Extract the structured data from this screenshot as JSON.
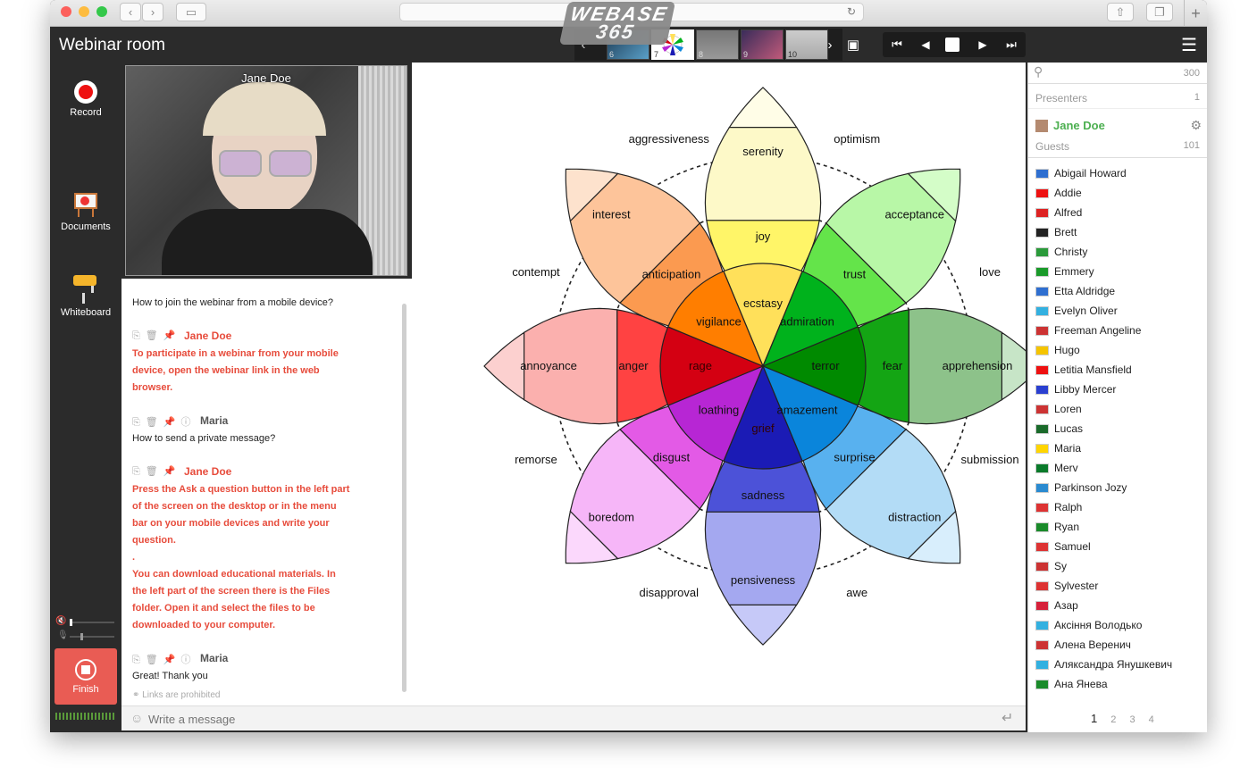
{
  "header": {
    "title": "Webinar room",
    "logo_top": "WEBASE",
    "logo_bottom": "365"
  },
  "thumbnails": [
    {
      "n": "6"
    },
    {
      "n": "7"
    },
    {
      "n": "8"
    },
    {
      "n": "9"
    },
    {
      "n": "10"
    }
  ],
  "rail": {
    "record": "Record",
    "documents": "Documents",
    "whiteboard": "Whiteboard",
    "finish": "Finish"
  },
  "video": {
    "presenter": "Jane Doe"
  },
  "chat": {
    "q1": "How to join the webinar from a mobile device?",
    "a1_author": "Jane Doe",
    "a1": [
      "To participate in a webinar from your mobile",
      "device, open the webinar link in the web",
      "browser."
    ],
    "q2_author": "Maria",
    "q2": "How to send a private message?",
    "a2_author": "Jane Doe",
    "a2": [
      "Press the Ask a question button in the left part",
      "of the screen on the desktop or in the menu",
      "bar on your mobile devices and write your",
      "question.",
      ".",
      "You can download educational materials. In",
      "the left part of the screen there is the Files",
      "folder. Open it and select the files to be",
      "downloaded to your computer."
    ],
    "q3_author": "Maria",
    "q3": "Great! Thank you",
    "links_note": "Links are prohibited",
    "placeholder": "Write a message"
  },
  "wheel": {
    "outer": [
      "optimism",
      "love",
      "submission",
      "awe",
      "disapproval",
      "remorse",
      "contempt",
      "aggressiveness"
    ],
    "petals": [
      {
        "labels": [
          "serenity",
          "joy",
          "ecstasy"
        ],
        "colors": [
          "#fdf9c8",
          "#fff568",
          "#ffe05a"
        ]
      },
      {
        "labels": [
          "acceptance",
          "trust",
          "admiration"
        ],
        "colors": [
          "#b8f7a7",
          "#64e44a",
          "#00b21c"
        ]
      },
      {
        "labels": [
          "apprehension",
          "fear",
          "terror"
        ],
        "colors": [
          "#8dc28a",
          "#14a514",
          "#008a00"
        ]
      },
      {
        "labels": [
          "distraction",
          "surprise",
          "amazement"
        ],
        "colors": [
          "#b3dcf6",
          "#58b1ef",
          "#0a85db"
        ]
      },
      {
        "labels": [
          "pensiveness",
          "sadness",
          "grief"
        ],
        "colors": [
          "#a4a8f0",
          "#4c52d8",
          "#1b1bb5"
        ]
      },
      {
        "labels": [
          "boredom",
          "disgust",
          "loathing"
        ],
        "colors": [
          "#f6b6f8",
          "#e35ae6",
          "#b726d4"
        ]
      },
      {
        "labels": [
          "annoyance",
          "anger",
          "rage"
        ],
        "colors": [
          "#fbb0ae",
          "#ff4242",
          "#d40012"
        ]
      },
      {
        "labels": [
          "interest",
          "anticipation",
          "vigilance"
        ],
        "colors": [
          "#fdc49a",
          "#fb9a50",
          "#ff7e00"
        ]
      }
    ],
    "outer_petal_colors": [
      "#fffde7",
      "#d4fdc8",
      "#c7e5c7",
      "#d8eefc",
      "#c6c9f8",
      "#fbd8fc",
      "#fcd0cf",
      "#fde2cd"
    ]
  },
  "panel": {
    "search_count": "300",
    "presenters_label": "Presenters",
    "presenters_count": "1",
    "presenter_name": "Jane Doe",
    "guests_label": "Guests",
    "guests_count": "101",
    "guests": [
      "Abigail Howard",
      "Addie",
      "Alfred",
      "Brett",
      "Christy",
      "Emmery",
      "Etta Aldridge",
      "Evelyn Oliver",
      "Freeman Angeline",
      "Hugo",
      "Letitia Mansfield",
      "Libby Mercer",
      "Loren",
      "Lucas",
      "Maria",
      "Merv",
      "Parkinson Jozy",
      "Ralph",
      "Ryan",
      "Samuel",
      "Sy",
      "Sylvester",
      "Азар",
      "Аксіння Володько",
      "Алена Веренич",
      "Аляксандра Янушкевич",
      "Ана Янева"
    ],
    "flags": [
      "#2f6fd0",
      "#e11",
      "#d22",
      "#222",
      "#2a9a3a",
      "#1a9a2a",
      "#2f6fd0",
      "#33b0e0",
      "#c33",
      "#f5c400",
      "#e11",
      "#2a3fd0",
      "#c33",
      "#1a6a2a",
      "#ffd500",
      "#0a7a2a",
      "#2a8ad0",
      "#d33",
      "#1a8a2a",
      "#d33",
      "#c33",
      "#d33",
      "#d6213a",
      "#33b0e0",
      "#c33",
      "#33b0e0",
      "#1a8a2a"
    ],
    "pages": [
      "1",
      "2",
      "3",
      "4"
    ]
  }
}
